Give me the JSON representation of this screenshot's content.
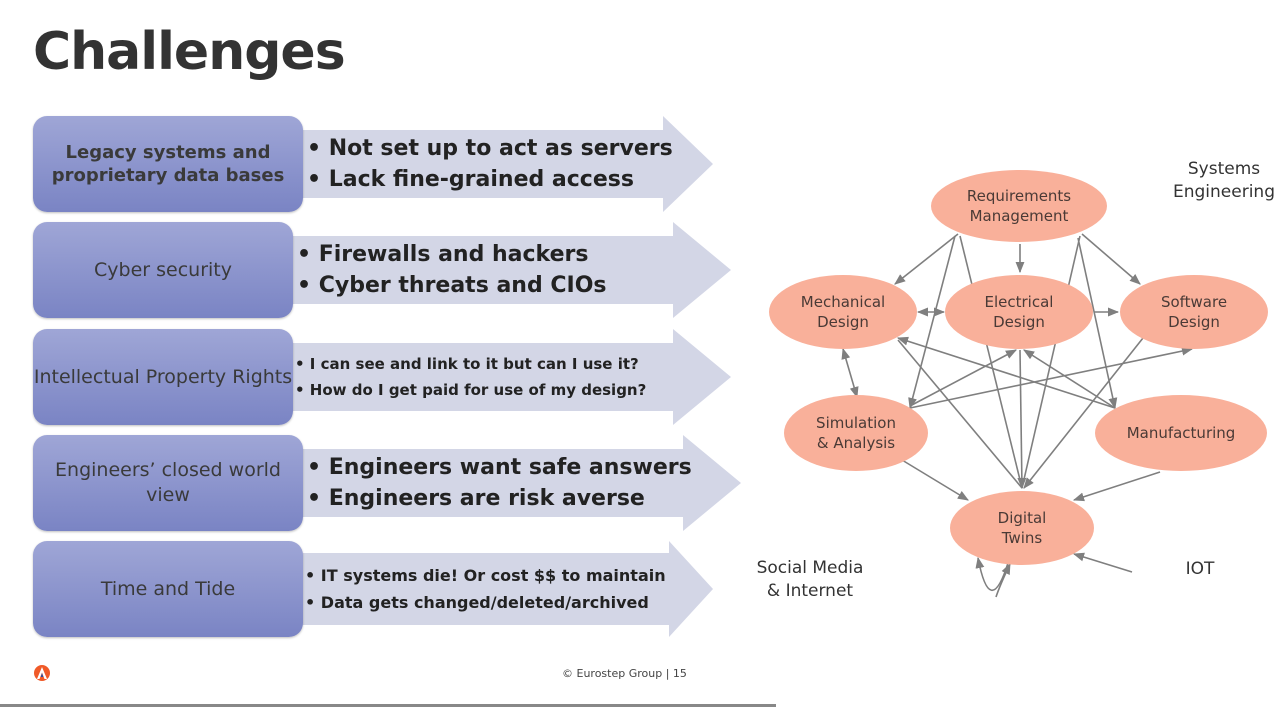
{
  "slide": {
    "title": "Challenges",
    "footer": {
      "copyright": "© Eurostep Group  |  15",
      "page_number": "15"
    }
  },
  "challenges": [
    {
      "label": "Legacy systems  and proprietary data bases",
      "bullets": [
        "• Not set up to act as servers",
        "• Lack fine-grained access"
      ]
    },
    {
      "label": "Cyber security",
      "bullets": [
        "• Firewalls and hackers",
        "• Cyber threats and CIOs"
      ]
    },
    {
      "label": "Intellectual Property Rights",
      "bullets": [
        "• I can see and link to it but can I use it?",
        "• How do I get paid for use of my design?"
      ]
    },
    {
      "label": "Engineers’ closed world view",
      "bullets": [
        "• Engineers want safe answers",
        "• Engineers are risk averse"
      ]
    },
    {
      "label": "Time and Tide",
      "bullets": [
        "• IT systems die! Or cost $$ to maintain",
        "• Data gets changed/deleted/archived"
      ]
    }
  ],
  "diagram": {
    "labels": {
      "systems_engineering": "Systems Engineering",
      "social_media": "Social Media & Internet",
      "iot": "IOT"
    },
    "nodes": [
      {
        "id": "req",
        "line1": "Requirements",
        "line2": "Management"
      },
      {
        "id": "mech",
        "line1": "Mechanical",
        "line2": "Design"
      },
      {
        "id": "elec",
        "line1": "Electrical",
        "line2": "Design"
      },
      {
        "id": "soft",
        "line1": "Software",
        "line2": "Design"
      },
      {
        "id": "sim",
        "line1": "Simulation",
        "line2": "& Analysis"
      },
      {
        "id": "mfg",
        "line1": "Manufacturing",
        "line2": ""
      },
      {
        "id": "dt",
        "line1": "Digital",
        "line2": "Twins"
      }
    ],
    "colors": {
      "node_fill": "#f9b09a",
      "edge": "#7f7f7f",
      "box_top": "#9fa6d6",
      "box_bottom": "#7a84c4",
      "arrow_fill": "#d3d6e6"
    }
  }
}
